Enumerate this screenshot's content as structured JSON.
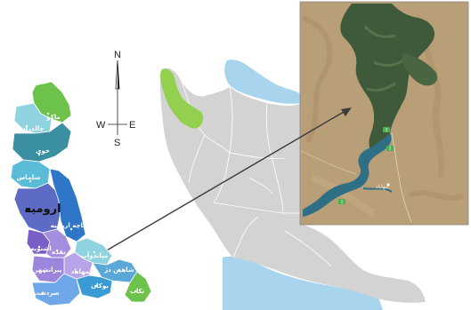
{
  "compass": {
    "north": "N",
    "south": "S",
    "east": "E",
    "west": "W"
  },
  "province": {
    "capital": "ارومیه",
    "counties": [
      {
        "name": "ماکو",
        "color": "#6cc24a"
      },
      {
        "name": "چالدران",
        "color": "#8fd3e0"
      },
      {
        "name": "خوی",
        "color": "#3a8fa0"
      },
      {
        "name": "سلماس",
        "color": "#5bbcd8"
      },
      {
        "name": "ارومیه",
        "color": "#5e6bc4"
      },
      {
        "name": "دریاچه ارومیه",
        "color": "#2f76c9"
      },
      {
        "name": "اشنویه",
        "color": "#7b5fc9"
      },
      {
        "name": "نقده",
        "color": "#a58ee0"
      },
      {
        "name": "میاندوآب",
        "color": "#8fd3e0"
      },
      {
        "name": "مهاباد",
        "color": "#b7a3ea"
      },
      {
        "name": "پیرانشهر",
        "color": "#9b86dc"
      },
      {
        "name": "سردشت",
        "color": "#6fa8e8"
      },
      {
        "name": "بوکان",
        "color": "#3a9bd4"
      },
      {
        "name": "شاهین دژ",
        "color": "#5aa8d8"
      },
      {
        "name": "تکاب",
        "color": "#6cc24a"
      }
    ]
  },
  "satellite": {
    "place_label": "مهاباد",
    "road_number": "2",
    "colors": {
      "terrain": "#b99f78",
      "vegetation": "#3f5a3a",
      "water": "#2e6f86"
    }
  },
  "iran_map": {
    "colors": {
      "land": "#d3d3d3",
      "borders": "#ffffff",
      "sea": "#a8d4ee",
      "highlight": "#93d04e"
    }
  }
}
